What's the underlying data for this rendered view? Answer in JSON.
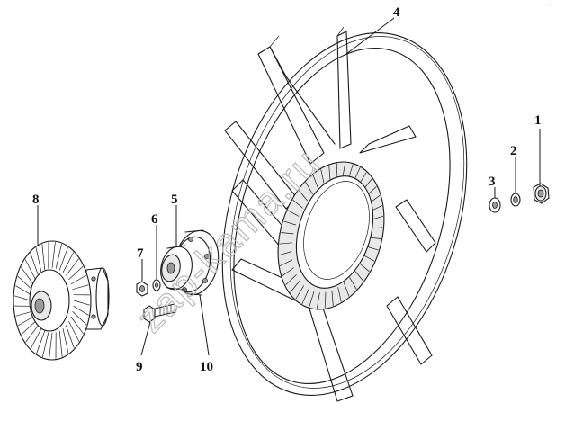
{
  "watermark": "zap-kama.ru",
  "corner_mark": "~ ~",
  "callouts": [
    {
      "id": "1",
      "label": "1",
      "part": "nut"
    },
    {
      "id": "2",
      "label": "2",
      "part": "spring-washer"
    },
    {
      "id": "3",
      "label": "3",
      "part": "flat-washer"
    },
    {
      "id": "4",
      "label": "4",
      "part": "fan-impeller"
    },
    {
      "id": "5",
      "label": "5",
      "part": "fan-hub"
    },
    {
      "id": "6",
      "label": "6",
      "part": "hub-washer"
    },
    {
      "id": "7",
      "label": "7",
      "part": "hub-nut"
    },
    {
      "id": "8",
      "label": "8",
      "part": "viscous-fan-clutch"
    },
    {
      "id": "9",
      "label": "9",
      "part": "bolt"
    },
    {
      "id": "10",
      "label": "10",
      "part": "adapter-flange"
    }
  ]
}
